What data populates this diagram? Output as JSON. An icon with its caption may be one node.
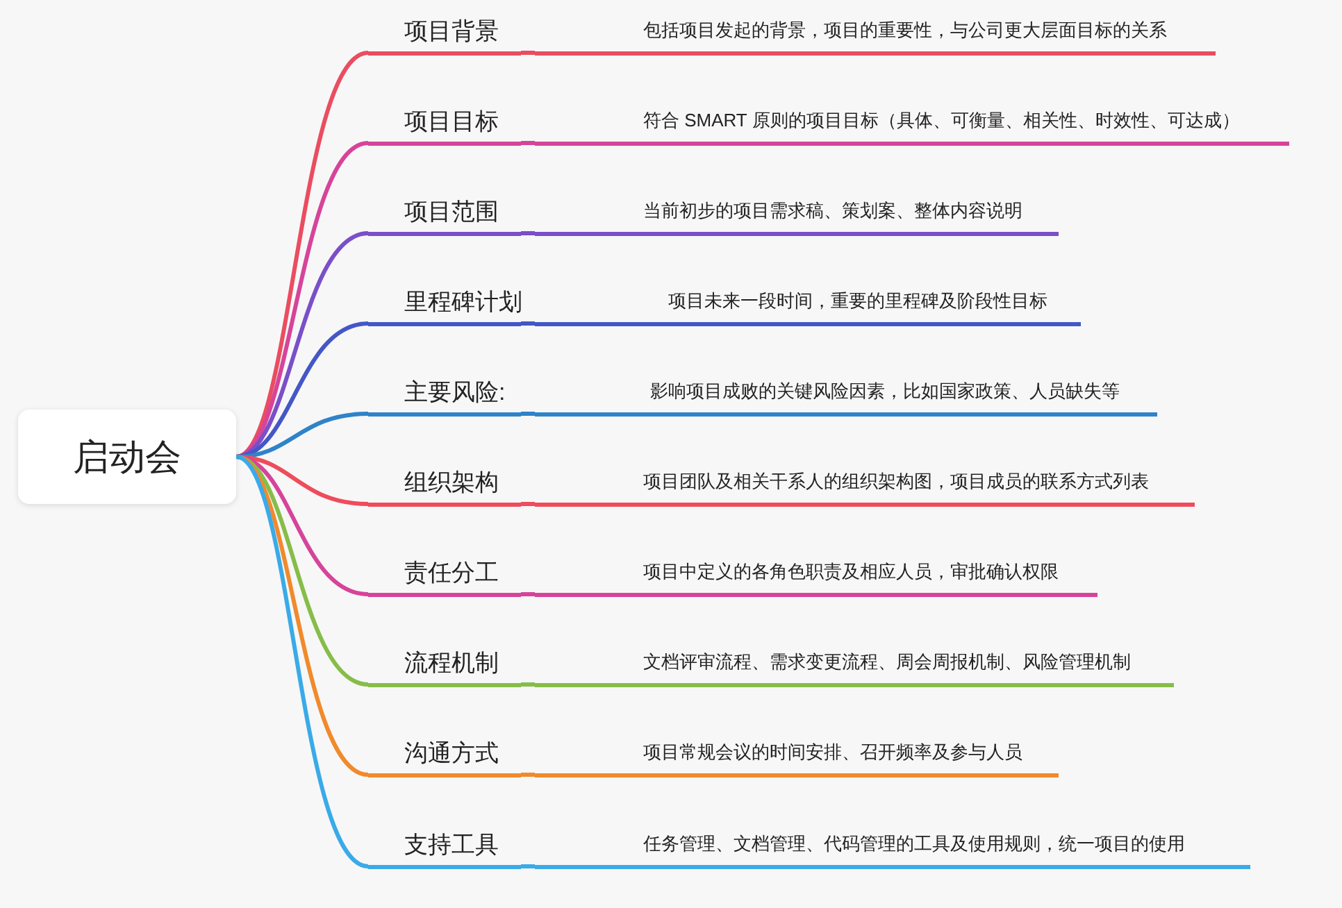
{
  "diagram": {
    "nodes": [
      {
        "text": [
          "启动会"
        ]
      },
      {
        "text": [
          "项目背景"
        ]
      },
      {
        "text": [
          "包括项目发起的背景，项目的重要性，与公司更大层面目标的关系"
        ]
      },
      {
        "text": [
          "项目目标"
        ]
      },
      {
        "text": [
          "符合 SMART 原则的项目目标（具体、可衡量、相关性、时效性、可达成）"
        ]
      },
      {
        "text": [
          "项目范围"
        ]
      },
      {
        "text": [
          "当前初步的项目需求稿、策划案、整体内容说明"
        ]
      },
      {
        "text": [
          "里程碑计划"
        ]
      },
      {
        "text": [
          "项目未来一段时间，重要的里程碑及阶段性目标"
        ]
      },
      {
        "text": [
          "主要风险:"
        ]
      },
      {
        "text": [
          "影响项目成败的关键风险因素，比如国家政策、人员缺失等"
        ]
      },
      {
        "text": [
          "组织架构"
        ]
      },
      {
        "text": [
          "项目团队及相关干系人的组织架构图，项目成员的联系方式列表"
        ]
      },
      {
        "text": [
          "责任分工"
        ]
      },
      {
        "text": [
          "项目中定义的各角色职责及相应人员，审批确认权限"
        ]
      },
      {
        "text": [
          "流程机制"
        ]
      },
      {
        "text": [
          "文档评审流程、需求变更流程、周会周报机制、风险管理机制"
        ]
      },
      {
        "text": [
          "沟通方式"
        ]
      },
      {
        "text": [
          "项目常规会议的时间安排、召开频率及参与人员"
        ]
      },
      {
        "text": [
          "支持工具"
        ]
      },
      {
        "text": [
          "任务管理、文档管理、代码管理的工具及使用规则，统一项目的使用"
        ]
      }
    ],
    "edges": [
      {
        "from": 0,
        "to": 1,
        "arrow": "none",
        "color": "#ea4d60"
      },
      {
        "from": 1,
        "to": 2,
        "arrow": "none",
        "color": "#ea4d60"
      },
      {
        "from": 0,
        "to": 3,
        "arrow": "none",
        "color": "#d6449a"
      },
      {
        "from": 3,
        "to": 4,
        "arrow": "none",
        "color": "#d6449a"
      },
      {
        "from": 0,
        "to": 5,
        "arrow": "none",
        "color": "#7a4fc9"
      },
      {
        "from": 5,
        "to": 6,
        "arrow": "none",
        "color": "#7a4fc9"
      },
      {
        "from": 0,
        "to": 7,
        "arrow": "none",
        "color": "#4457c7"
      },
      {
        "from": 7,
        "to": 8,
        "arrow": "none",
        "color": "#4457c7"
      },
      {
        "from": 0,
        "to": 9,
        "arrow": "none",
        "color": "#2f83c9"
      },
      {
        "from": 9,
        "to": 10,
        "arrow": "none",
        "color": "#2f83c9"
      },
      {
        "from": 0,
        "to": 11,
        "arrow": "none",
        "color": "#ef4c5c"
      },
      {
        "from": 11,
        "to": 12,
        "arrow": "none",
        "color": "#ef4c5c"
      },
      {
        "from": 0,
        "to": 13,
        "arrow": "none",
        "color": "#d6449a"
      },
      {
        "from": 13,
        "to": 14,
        "arrow": "none",
        "color": "#d6449a"
      },
      {
        "from": 0,
        "to": 15,
        "arrow": "none",
        "color": "#86bd48"
      },
      {
        "from": 15,
        "to": 16,
        "arrow": "none",
        "color": "#86bd48"
      },
      {
        "from": 0,
        "to": 17,
        "arrow": "none",
        "color": "#f08a2c"
      },
      {
        "from": 17,
        "to": 18,
        "arrow": "none",
        "color": "#f08a2c"
      },
      {
        "from": 0,
        "to": 19,
        "arrow": "none",
        "color": "#3aaae8"
      },
      {
        "from": 19,
        "to": 20,
        "arrow": "none",
        "color": "#3aaae8"
      }
    ]
  }
}
